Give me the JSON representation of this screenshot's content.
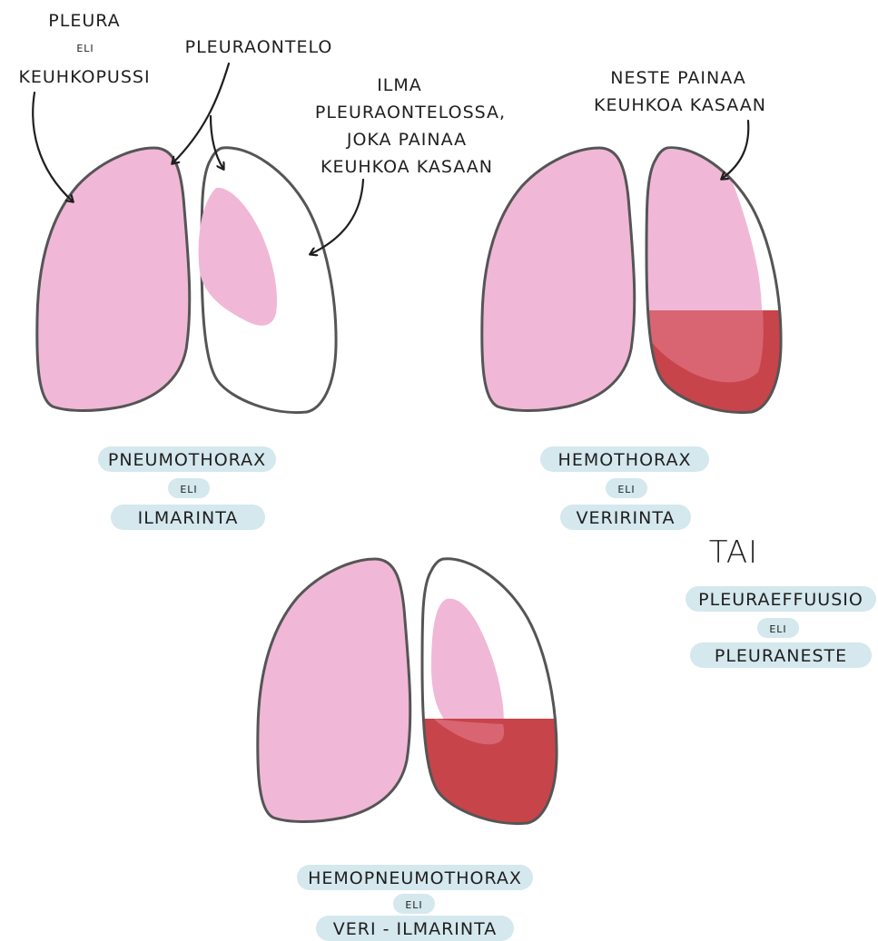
{
  "colors": {
    "lung": "#f0b8d6",
    "blood": "#c7444a",
    "blood_overlap": "#d96572",
    "pill": "#d4e8ee",
    "outline": "#555555",
    "ink": "#1f1f1f"
  },
  "annotations": {
    "pleura_line1": "PLEURA",
    "pleura_eli": "ELI",
    "pleura_line2": "KEUHKOPUSSI",
    "pleuraontelo": "PLEURAONTELO",
    "ilma_line1": "ILMA",
    "ilma_line2": "PLEURAONTELOSSA,",
    "ilma_line3": "JOKA PAINAA",
    "ilma_line4": "KEUHKOA KASAAN",
    "neste_line1": "NESTE PAINAA",
    "neste_line2": "KEUHKOA KASAAN"
  },
  "labels": {
    "pneumothorax": {
      "term": "PNEUMOTHORAX",
      "eli": "ELI",
      "finnish": "ILMARINTA"
    },
    "hemothorax": {
      "term": "HEMOTHORAX",
      "eli": "ELI",
      "finnish": "VERIRINTA"
    },
    "tai": "TAI",
    "pleuraeffuusio": {
      "term": "PLEURAEFFUUSIO",
      "eli": "ELI",
      "finnish": "PLEURANESTE"
    },
    "hemopneumothorax": {
      "term": "HEMOPNEUMOTHORAX",
      "eli": "ELI",
      "finnish": "VERI - ILMARINTA"
    }
  },
  "icons": [
    "pneumothorax-lungs-icon",
    "hemothorax-lungs-icon",
    "hemopneumothorax-lungs-icon",
    "arrow-icon"
  ]
}
